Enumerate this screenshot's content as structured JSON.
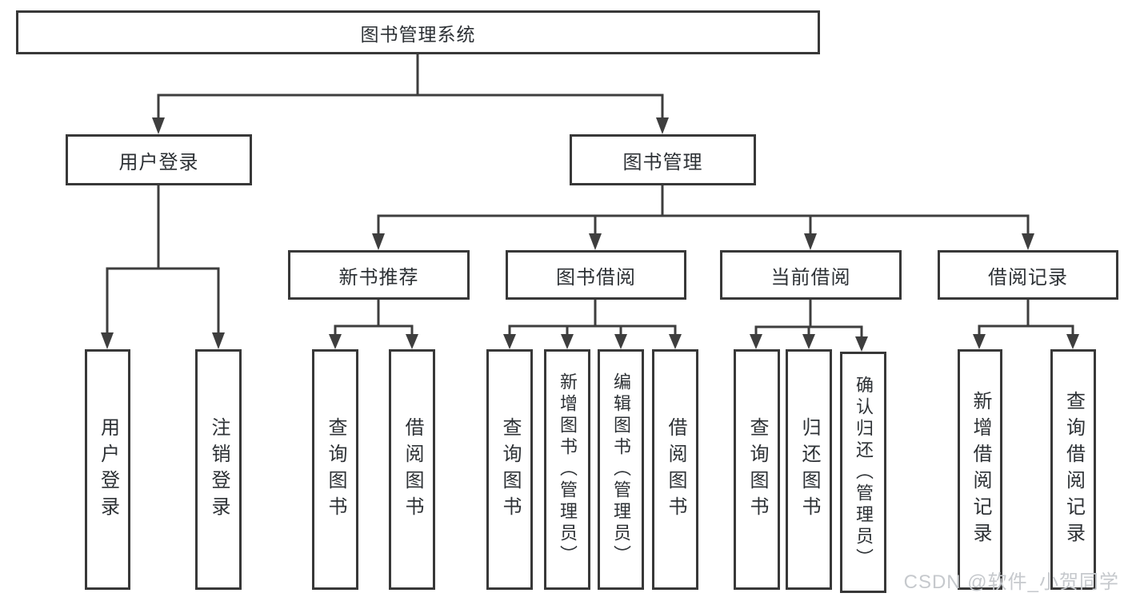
{
  "tree": {
    "label": "图书管理系统",
    "children": [
      {
        "label": "用户登录",
        "children": [
          {
            "label": "用户登录"
          },
          {
            "label": "注销登录"
          }
        ]
      },
      {
        "label": "图书管理",
        "children": [
          {
            "label": "新书推荐",
            "children": [
              {
                "label": "查询图书"
              },
              {
                "label": "借阅图书"
              }
            ]
          },
          {
            "label": "图书借阅",
            "children": [
              {
                "label": "查询图书"
              },
              {
                "label": "新增图书（管理员）"
              },
              {
                "label": "编辑图书（管理员）"
              },
              {
                "label": "借阅图书"
              }
            ]
          },
          {
            "label": "当前借阅",
            "children": [
              {
                "label": "查询图书"
              },
              {
                "label": "归还图书"
              },
              {
                "label": "确认归还（管理员）"
              }
            ]
          },
          {
            "label": "借阅记录",
            "children": [
              {
                "label": "新增借阅记录"
              },
              {
                "label": "查询借阅记录"
              }
            ]
          }
        ]
      }
    ]
  },
  "watermark": "CSDN @软件_小贺同学",
  "colors": {
    "line": "#3e3e3e",
    "box_border": "#383838",
    "text": "#2d3135",
    "watermark": "#c6c9cd",
    "background": "#ffffff"
  }
}
